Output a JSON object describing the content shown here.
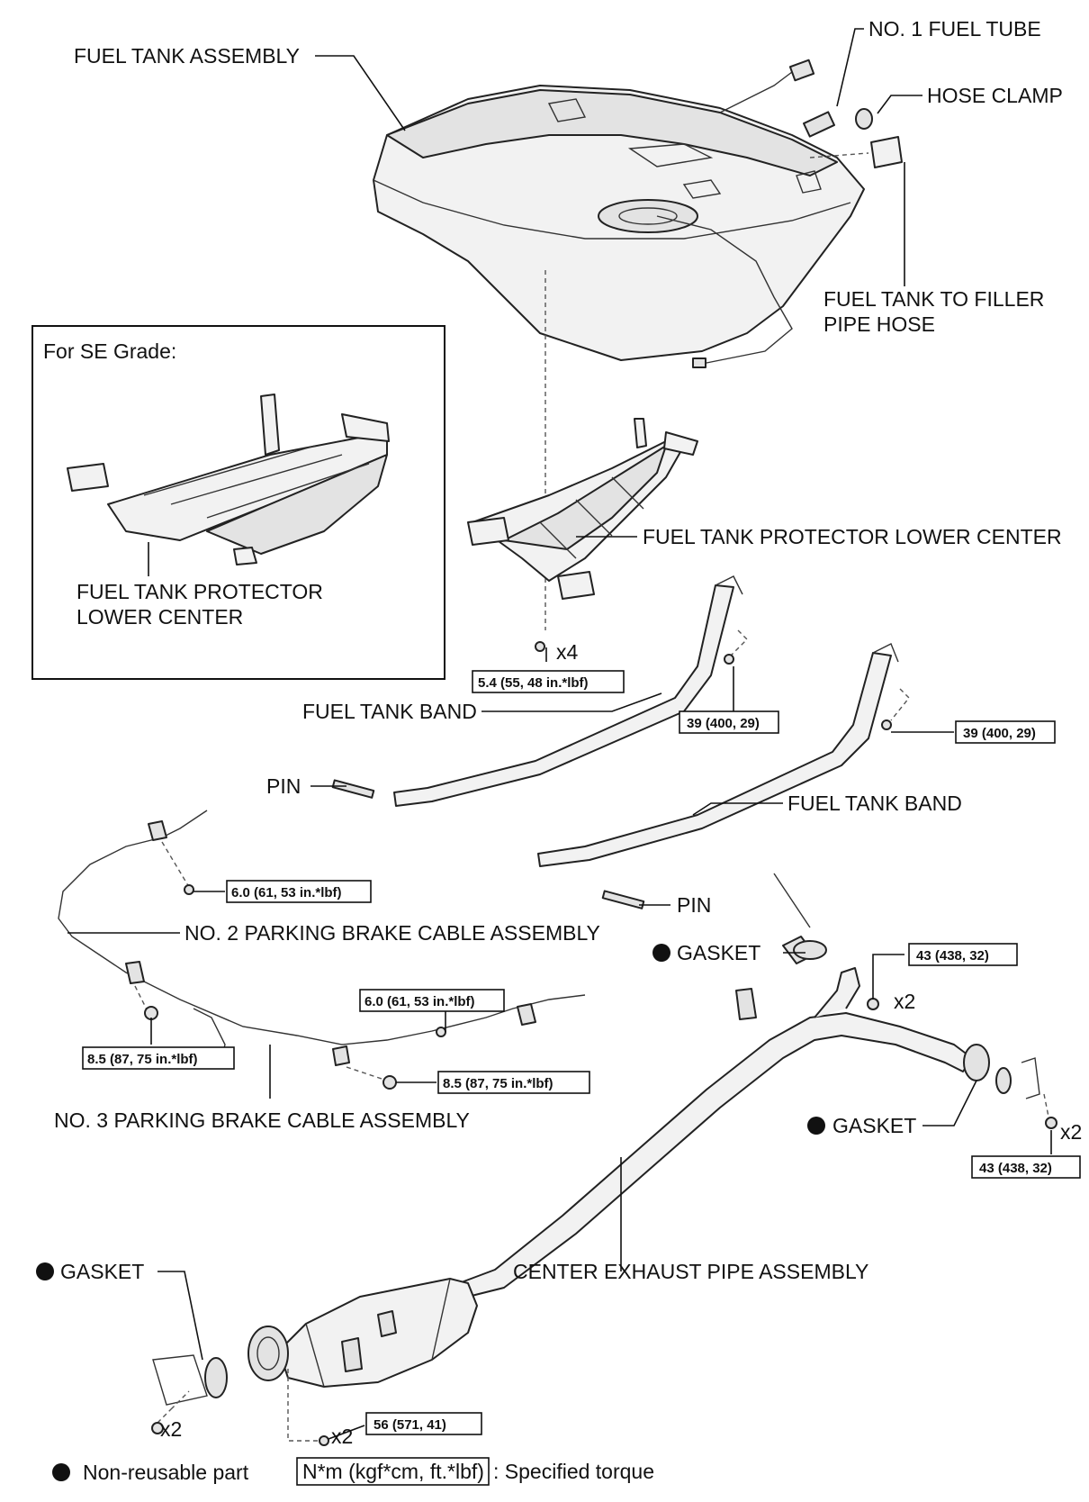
{
  "labels": {
    "fuel_tank_assembly": "FUEL TANK ASSEMBLY",
    "no1_fuel_tube": "NO. 1 FUEL TUBE",
    "hose_clamp": "HOSE CLAMP",
    "filler_hose_line1": "FUEL TANK TO FILLER",
    "filler_hose_line2": "PIPE HOSE",
    "inset_title": "For SE Grade:",
    "inset_protector_line1": "FUEL TANK PROTECTOR",
    "inset_protector_line2": "LOWER CENTER",
    "protector_lower_center": "FUEL TANK PROTECTOR LOWER CENTER",
    "fuel_tank_band_left": "FUEL TANK BAND",
    "fuel_tank_band_right": "FUEL TANK BAND",
    "pin_left": "PIN",
    "pin_right": "PIN",
    "no2_parking_brake": "NO. 2 PARKING BRAKE CABLE ASSEMBLY",
    "no3_parking_brake": "NO. 3 PARKING BRAKE CABLE ASSEMBLY",
    "gasket_upper": "GASKET",
    "gasket_right": "GASKET",
    "gasket_lower": "GASKET",
    "center_exhaust": "CENTER EXHAUST PIPE ASSEMBLY",
    "qty_x4": "x4",
    "qty_x2_upper": "x2",
    "qty_x2_right": "x2",
    "qty_x2_bottom_left": "x2",
    "qty_x2_bottom_mid": "x2"
  },
  "torques": {
    "protector_bolt": "5.4 (55, 48 in.*lbf)",
    "band_left": "39 (400, 29)",
    "band_right": "39 (400, 29)",
    "cable_bolt_upper": "6.0 (61, 53 in.*lbf)",
    "cable_bolt_mid": "6.0 (61, 53 in.*lbf)",
    "cable_nut_left": "8.5 (87, 75 in.*lbf)",
    "cable_nut_mid": "8.5 (87, 75 in.*lbf)",
    "exhaust_front_upper": "43 (438, 32)",
    "exhaust_rear_right": "43 (438, 32)",
    "exhaust_bottom": "56 (571, 41)"
  },
  "legend": {
    "non_reusable": "Non-reusable part",
    "torque_units": "N*m (kgf*cm, ft.*lbf)",
    "specified_torque": ": Specified torque"
  }
}
